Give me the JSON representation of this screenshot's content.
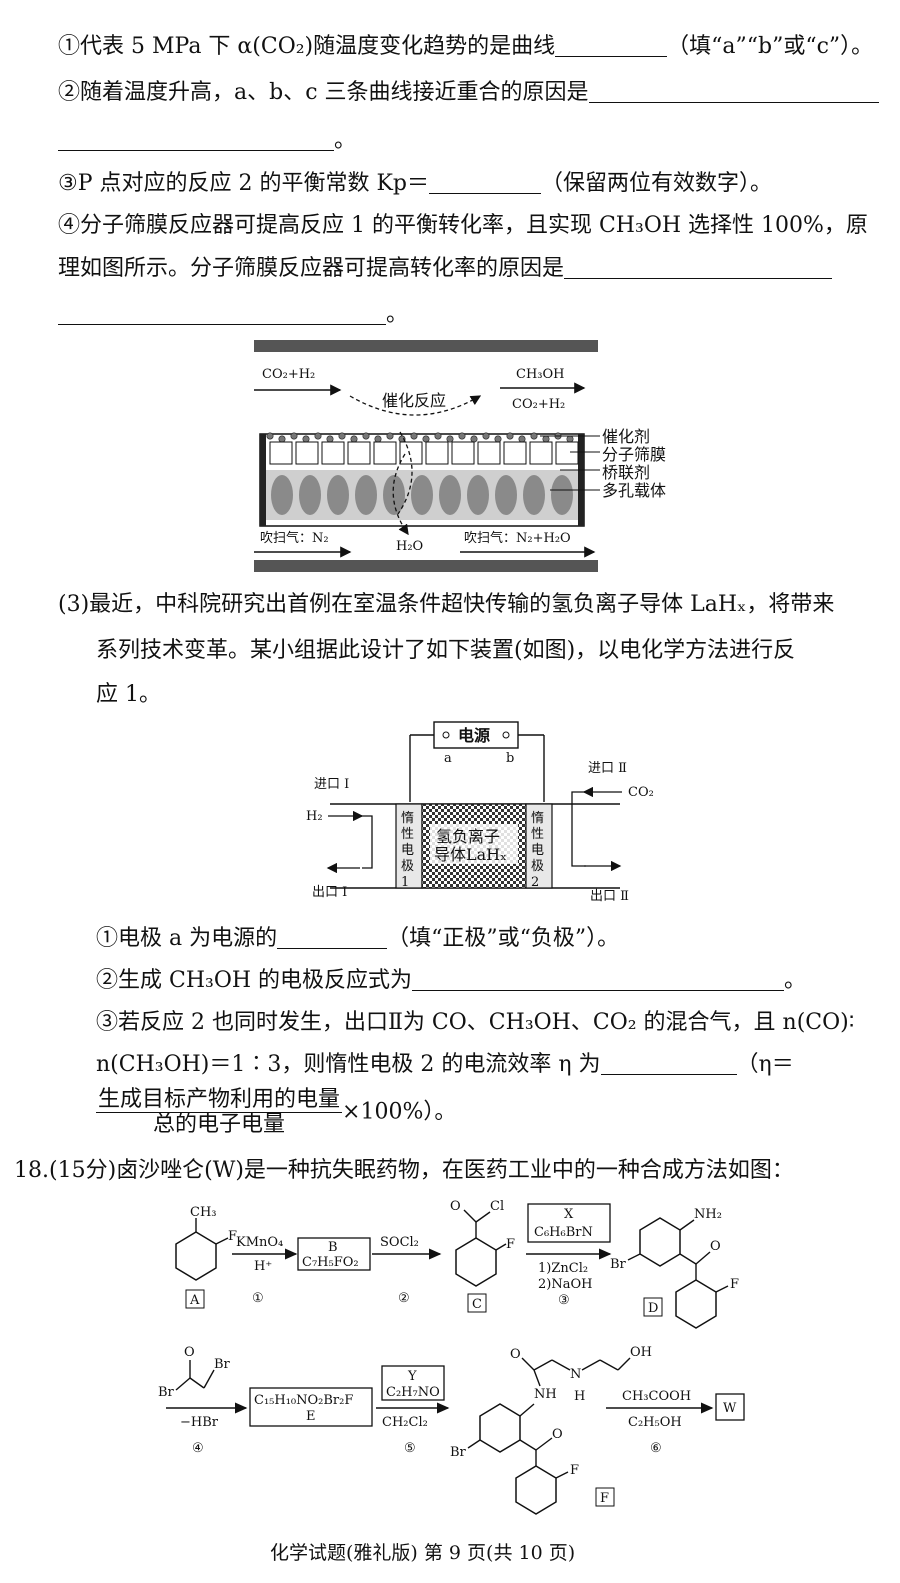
{
  "q17_part2": {
    "l1a": "①代表 5 MPa 下 α(CO₂)随温度变化趋势的是曲线",
    "l1b": "（填“a”“b”或“c”）。",
    "l2": "②随着温度升高，a、b、c 三条曲线接近重合的原因是",
    "l3": "。",
    "l4a": "③P 点对应的反应 2 的平衡常数 Kp＝",
    "l4b": "（保留两位有效数字）。",
    "l5": "④分子筛膜反应器可提高反应 1 的平衡转化率，且实现 CH₃OH 选择性 100%，原",
    "l6": "理如图所示。分子筛膜反应器可提高转化率的原因是",
    "l7": "。"
  },
  "membrane_fig": {
    "in_gas": "CO₂+H₂",
    "out_top": "CH₃OH",
    "out_bottom": "CO₂+H₂",
    "center": "催化反应",
    "legend": [
      "催化剂",
      "分子筛膜",
      "桥联剂",
      "多孔载体"
    ],
    "h2o": "H₂O",
    "sweep_in": "吹扫气：N₂",
    "sweep_out": "吹扫气：N₂+H₂O"
  },
  "q17_part3": {
    "p1": "(3)最近，中科院研究出首例在室温条件超快传输的氢负离子导体 LaHₓ，将带来",
    "p2": "系列技术变革。某小组据此设计了如下装置(如图)，以电化学方法进行反",
    "p3": "应 1。"
  },
  "cell_fig": {
    "power": "电源",
    "a": "a",
    "b": "b",
    "inlet1": "进口 Ⅰ",
    "inlet2": "进口 Ⅱ",
    "h2": "H₂",
    "co2": "CO₂",
    "electrode1": [
      "惰",
      "性",
      "电",
      "极",
      "1"
    ],
    "electrode2": [
      "惰",
      "性",
      "电",
      "极",
      "2"
    ],
    "conductor1": "氢负离子",
    "conductor2": "导体LaHₓ",
    "outlet1": "出口 Ⅰ",
    "outlet2": "出口 Ⅱ"
  },
  "q17_part3_items": {
    "i1a": "①电极 a 为电源的",
    "i1b": "（填“正极”或“负极”）。",
    "i2a": "②生成 CH₃OH 的电极反应式为",
    "i2b": "。",
    "i3": "③若反应 2 也同时发生，出口Ⅱ为 CO、CH₃OH、CO₂ 的混合气，且 n(CO)∶",
    "i4a": "n(CH₃OH)＝1∶3，则惰性电极 2 的电流效率 η 为",
    "i4b": "（η＝",
    "frac_num": "生成目标产物利用的电量",
    "frac_den": "总的电子电量",
    "frac_tail": "×100%）。"
  },
  "q18": {
    "title": "18.(15分)卤沙唑仑(W)是一种抗失眠药物，在医药工业中的一种合成方法如图："
  },
  "scheme": {
    "A": "A",
    "B": "B",
    "B_formula": "C₇H₅FO₂",
    "C": "C",
    "D": "D",
    "E": "E",
    "E_formula": "C₁₅H₁₀NO₂Br₂F",
    "F": "F",
    "W": "W",
    "X": "X",
    "X_formula": "C₆H₆BrN",
    "Y": "Y",
    "Y_formula": "C₂H₇NO",
    "reagent1a": "KMnO₄",
    "reagent1b": "H⁺",
    "reagent2": "SOCl₂",
    "reagent3a": "1)ZnCl₂",
    "reagent3b": "2)NaOH",
    "reagent4": "−HBr",
    "reagent5": "CH₂Cl₂",
    "reagent6a": "CH₃COOH",
    "reagent6b": "C₂H₅OH",
    "step1": "①",
    "step2": "②",
    "step3": "③",
    "step4": "④",
    "step5": "⑤",
    "step6": "⑥",
    "ch3": "CH₃",
    "f": "F",
    "cl": "Cl",
    "o": "O",
    "nh2": "NH₂",
    "br": "Br",
    "nh": "NH",
    "n": "N",
    "h": "H",
    "oh": "OH"
  },
  "footer": "化学试题(雅礼版)  第 9 页(共 10 页)"
}
